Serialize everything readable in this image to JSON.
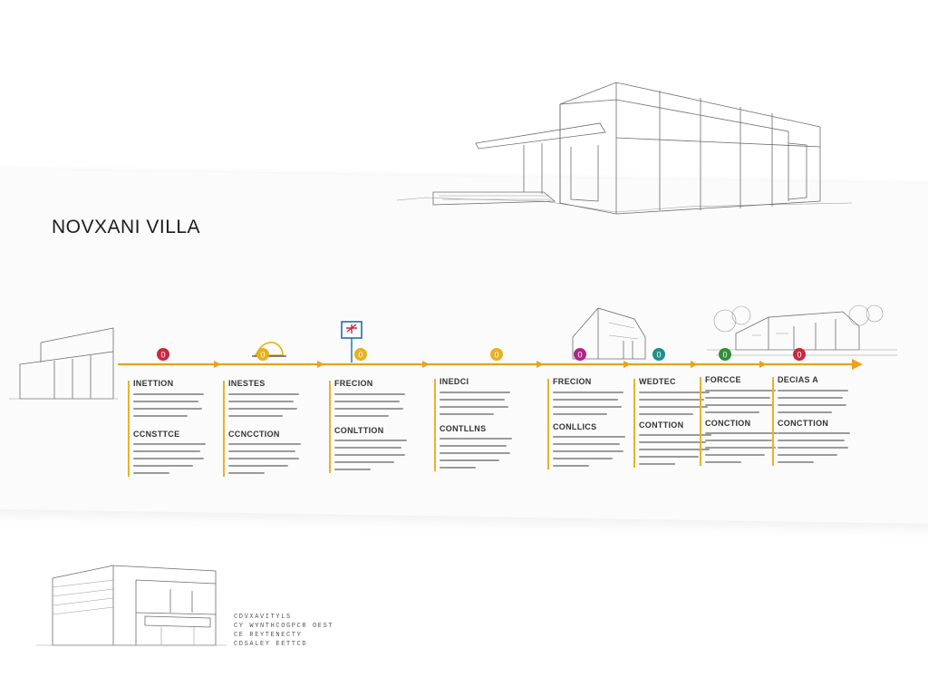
{
  "title": "NOVXANI VILLA",
  "stages": [
    {
      "label": "INETTION",
      "sub": "CCNSTTCE",
      "color": "#c9283e",
      "glyph": "0"
    },
    {
      "label": "INESTES",
      "sub": "CCNCCTION",
      "color": "#e6b21e",
      "glyph": "0"
    },
    {
      "label": "FRECION",
      "sub": "CONLTTION",
      "color": "#e6b21e",
      "glyph": "0"
    },
    {
      "label": "INEDCI",
      "sub": "CONTLLNS",
      "color": "#e6b21e",
      "glyph": "0"
    },
    {
      "label": "FRECION",
      "sub": "CONLLICS",
      "color": "#b2238a",
      "glyph": "0"
    },
    {
      "label": "WEDTEC",
      "sub": "CONTTION",
      "color": "#1f8f8a",
      "glyph": "0"
    },
    {
      "label": "FORCCE",
      "sub": "CONCTION",
      "color": "#2f8f3a",
      "glyph": "0"
    },
    {
      "label": "DECIAS A",
      "sub": "CONCTTION",
      "color": "#c9283e",
      "glyph": "0"
    }
  ],
  "footnote": [
    "CDVXAVITYLS",
    "CY WYNTHCOGPCR OEST",
    "CE REYTENECTY",
    "CDSALEY EETTCD"
  ],
  "colors": {
    "timeline": "#e8a21c",
    "accent": "#e8b32c"
  }
}
